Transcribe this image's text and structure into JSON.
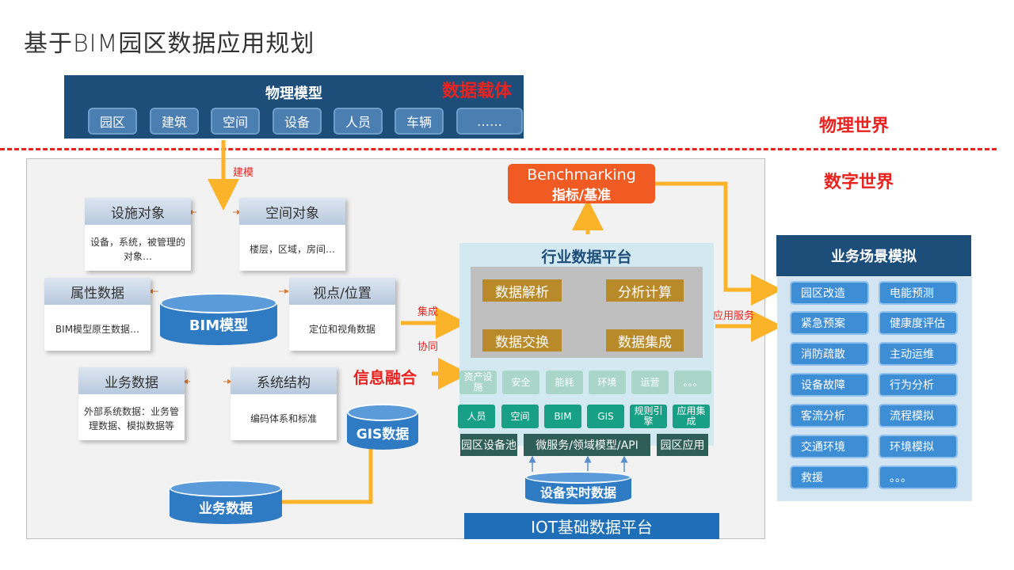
{
  "title": "基于BIM园区数据应用规划",
  "physical": {
    "title": "物理模型",
    "carrier": "数据载体",
    "items": [
      "园区",
      "建筑",
      "空间",
      "设备",
      "人员",
      "车辆",
      "……"
    ]
  },
  "worlds": {
    "physical": "物理世界",
    "digital": "数字世界"
  },
  "labels": {
    "modeling": "建模",
    "integrate": "集成",
    "collaborate": "协同",
    "info_fusion": "信息融合",
    "app_service": "应用服务"
  },
  "cards": {
    "facility": {
      "title": "设施对象",
      "body": "设备，系统，被管理的对象…"
    },
    "space": {
      "title": "空间对象",
      "body": "楼层，区域，房间…"
    },
    "attribute": {
      "title": "属性数据",
      "body": "BIM模型原生数据…"
    },
    "viewpoint": {
      "title": "视点/位置",
      "body": "定位和视角数据"
    },
    "business": {
      "title": "业务数据",
      "body": "外部系统数据：业务管理数据、模拟数据等"
    },
    "system": {
      "title": "系统结构",
      "body": "编码体系和标准"
    }
  },
  "cylinders": {
    "bim": "BIM模型",
    "gis": "GIS数据",
    "business": "业务数据",
    "realtime": "设备实时数据"
  },
  "platform": {
    "title": "行业数据平台",
    "steps": {
      "parse": "数据解析",
      "compute": "分析计算",
      "exchange": "数据交换",
      "integrate": "数据集成"
    },
    "row1": [
      "资产设施",
      "安全",
      "能耗",
      "环境",
      "运营",
      "。。。"
    ],
    "row2": [
      "人员",
      "空间",
      "BIM",
      "GIS",
      "规则引擎",
      "应用集成"
    ],
    "bottom": {
      "pool": "园区设备池",
      "micro": "微服务/领域模型/API",
      "app": "园区应用"
    }
  },
  "iot": "IOT基础数据平台",
  "benchmark": {
    "line1": "Benchmarking",
    "line2": "指标/基准"
  },
  "biz": {
    "title": "业务场景模拟",
    "left": [
      "园区改造",
      "紧急预案",
      "消防疏散",
      "设备故障",
      "客流分析",
      "交通环境",
      "救援"
    ],
    "right": [
      "电能预测",
      "健康度评估",
      "主动运维",
      "行为分析",
      "流程模拟",
      "环境模拟",
      "。。。"
    ]
  },
  "colors": {
    "accent_red": "#e8231f",
    "arrow_orange": "#fbb32a",
    "navy": "#1d4e7a",
    "gold": "#b88a2a",
    "teal": "#17a085"
  }
}
